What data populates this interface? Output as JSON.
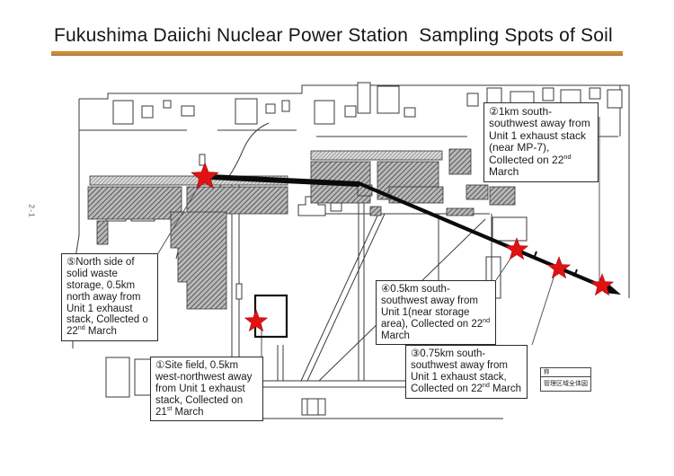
{
  "page": {
    "title": "Fukushima Daiichi Nuclear Power Station  Sampling Spots of Soil",
    "page_number": "2-1",
    "accent_underline_color": "#d08a2f",
    "star_color": "#e11212"
  },
  "annotations": {
    "box1": {
      "text": "①Site field, 0.5km west-northwest away from Unit 1 exhaust stack, Collected on 21^{st} March"
    },
    "box2": {
      "text": "②1km south-southwest away from Unit 1 exhaust stack (near MP-7), Collected on 22^{nd} March"
    },
    "box3": {
      "text": "③0.75km south-southwest away from Unit 1 exhaust stack, Collected on 22^{nd} March"
    },
    "box4": {
      "text": "④0.5km south-southwest away from Unit 1(near storage area), Collected on 22^{nd} March"
    },
    "box5": {
      "text": "⑤North side of solid waste storage, 0.5km north away from Unit 1 exhaust stack, Collected o 22^{nd} March"
    }
  },
  "title_block": {
    "row1": "称",
    "row2": "管理区域全体図"
  }
}
